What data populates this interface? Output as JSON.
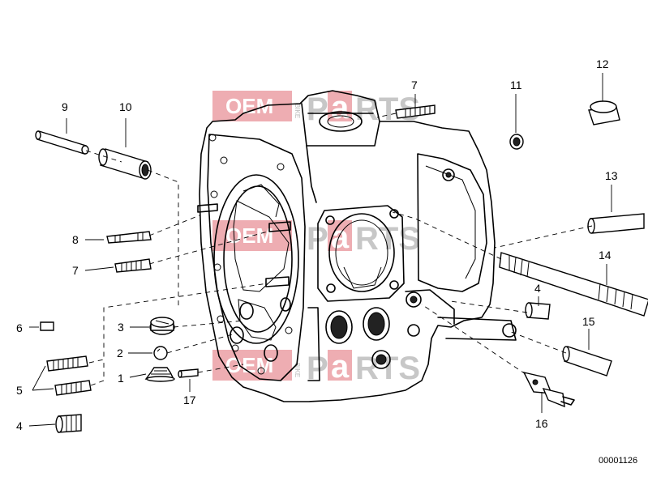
{
  "diagram": {
    "diagram_number": "00001126",
    "watermark": {
      "brand_left": "OEM",
      "brand_right_a": "P",
      "brand_right_b": "a",
      "brand_right_c": "RTS",
      "brand_small": "BIKE"
    },
    "callouts": [
      {
        "label": "9"
      },
      {
        "label": "10"
      },
      {
        "label": "7"
      },
      {
        "label": "11"
      },
      {
        "label": "12"
      },
      {
        "label": "13"
      },
      {
        "label": "8"
      },
      {
        "label": "7"
      },
      {
        "label": "14"
      },
      {
        "label": "4"
      },
      {
        "label": "6"
      },
      {
        "label": "3"
      },
      {
        "label": "2"
      },
      {
        "label": "5"
      },
      {
        "label": "1"
      },
      {
        "label": "17"
      },
      {
        "label": "15"
      },
      {
        "label": "16"
      },
      {
        "label": "4"
      }
    ]
  }
}
